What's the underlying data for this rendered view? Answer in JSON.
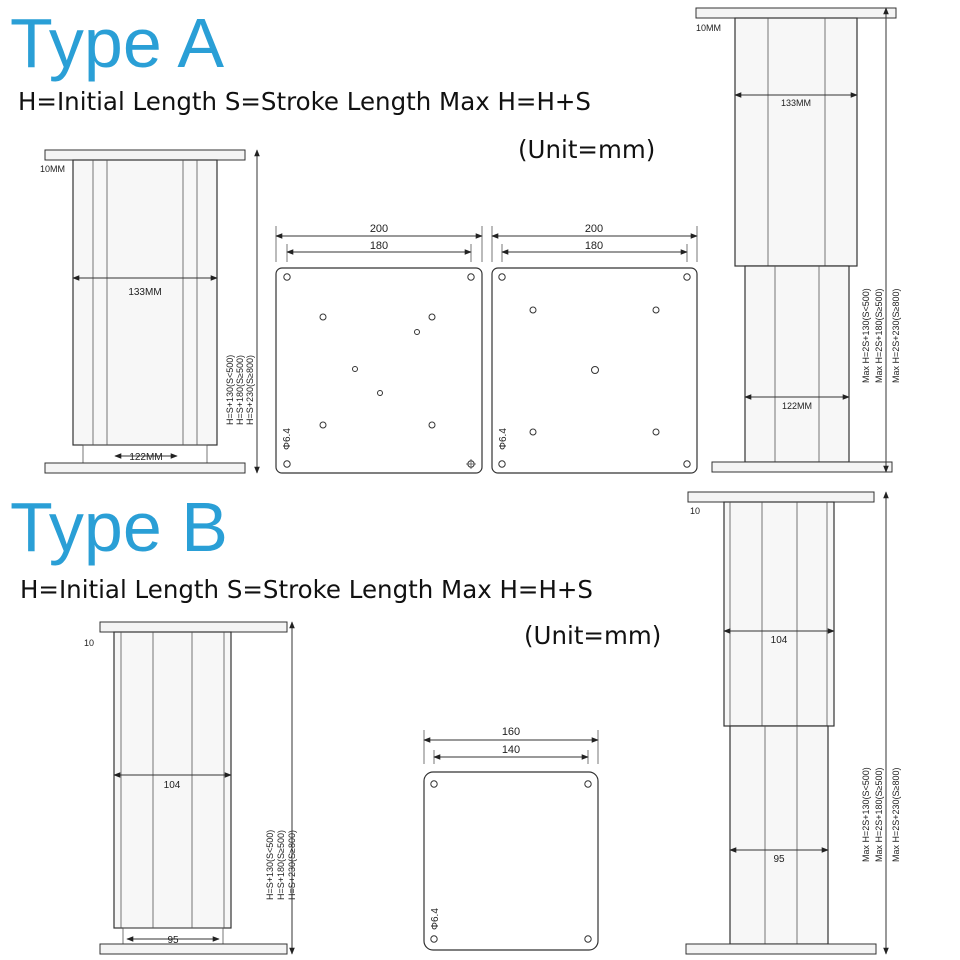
{
  "type_a": {
    "title": "Type A",
    "caption": "H=Initial Length S=Stroke Length Max H=H+S",
    "unit_note": "(Unit=mm)",
    "retracted": {
      "top_plate_label": "10MM",
      "width_label": "133MM",
      "base_label": "122MM",
      "height_formulas": [
        "H=S+130(S<500)",
        "H=S+180(S≥500)",
        "H=S+230(S≥800)"
      ]
    },
    "plate_1": {
      "outer_dim": "200",
      "inner_dim": "180",
      "hole_label": "Φ6.4"
    },
    "plate_2": {
      "outer_dim": "200",
      "inner_dim": "180",
      "hole_label": "Φ6.4"
    },
    "extended": {
      "top_plate_label": "10MM",
      "width_label": "133MM",
      "inner_label": "122MM",
      "height_formulas": [
        "Max H=2S+130(S<500)",
        "Max H=2S+180(S≥500)",
        "Max H=2S+230(S≥800)"
      ]
    }
  },
  "type_b": {
    "title": "Type B",
    "caption": "H=Initial Length S=Stroke Length Max H=H+S",
    "unit_note": "(Unit=mm)",
    "retracted": {
      "top_plate_label": "10",
      "width_label": "104",
      "base_label": "95",
      "height_formulas": [
        "H=S+130(S<500)",
        "H=S+180(S≥500)",
        "H=S+230(S≥800)"
      ]
    },
    "plate": {
      "outer_dim": "160",
      "inner_dim": "140",
      "hole_label": "Φ6.4"
    },
    "extended": {
      "top_plate_label": "10",
      "width_label": "104",
      "inner_label": "95",
      "height_formulas": [
        "Max H=2S+130(S<500)",
        "Max H=2S+180(S≥500)",
        "Max H=2S+230(S≥800)"
      ]
    }
  }
}
